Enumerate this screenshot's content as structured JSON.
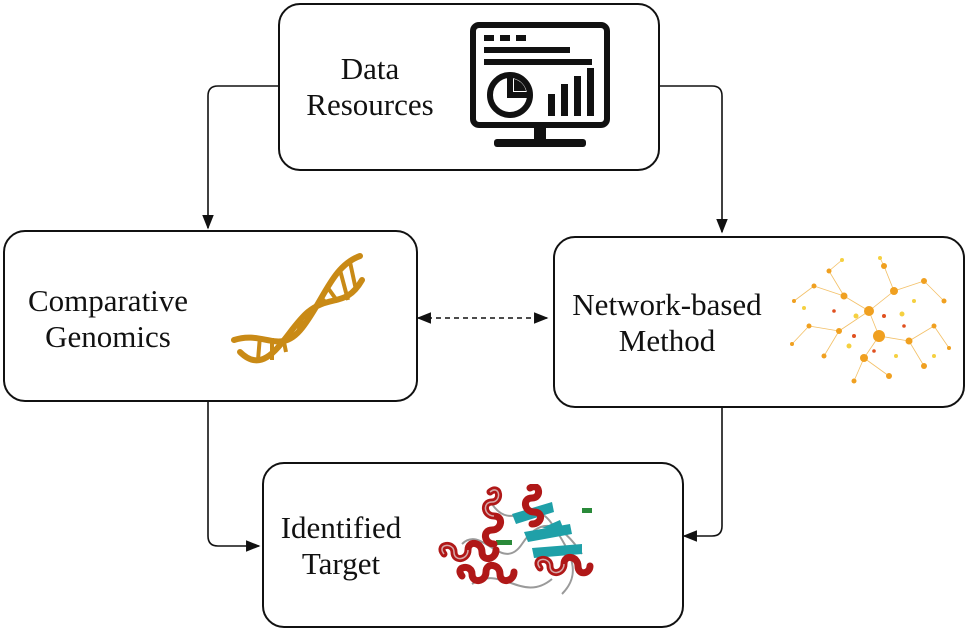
{
  "nodes": {
    "data_resources": {
      "label": "Data\nResources",
      "icon": "dashboard-monitor-icon"
    },
    "comparative_genomics": {
      "label": "Comparative\nGenomics",
      "icon": "dna-helix-icon"
    },
    "network_method": {
      "label": "Network-based\nMethod",
      "icon": "network-graph-icon"
    },
    "identified_target": {
      "label": "Identified\nTarget",
      "icon": "protein-structure-icon"
    }
  },
  "edges": [
    {
      "from": "data_resources",
      "to": "comparative_genomics",
      "style": "solid"
    },
    {
      "from": "data_resources",
      "to": "network_method",
      "style": "solid"
    },
    {
      "from": "comparative_genomics",
      "to": "network_method",
      "style": "dashed-bidirectional"
    },
    {
      "from": "comparative_genomics",
      "to": "identified_target",
      "style": "solid"
    },
    {
      "from": "network_method",
      "to": "identified_target",
      "style": "solid"
    }
  ],
  "colors": {
    "stroke": "#111111",
    "dna": "#c98a16",
    "network_orange": "#f0a020",
    "network_yellow": "#f5d040",
    "network_red": "#e05020",
    "helix_red": "#b01818",
    "sheet_teal": "#1fa0a8"
  }
}
